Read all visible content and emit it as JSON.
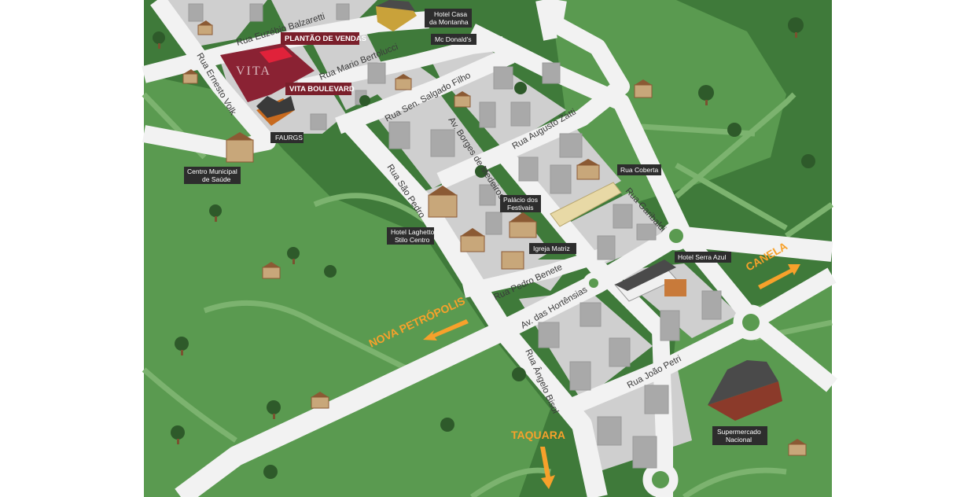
{
  "streets": {
    "euzebio": "Rua Euzébio Balzaretti",
    "ernesto": "Rua Ernesto Volk",
    "bertolucci": "Rua Mario Bertolucci",
    "salgado": "Rua Sen. Salgado Filho",
    "borges": "Av. Borges de Medeiros",
    "zatti": "Rua Augusto Zatti",
    "sao_pedro": "Rua São Pedro",
    "garibaldi": "Rua Garibaldi",
    "benete": "Rua Pedro Benete",
    "hortensias": "Av. das Hortênsias",
    "bisol": "Rua Ângelo Bisol",
    "petri": "Rua João Petri"
  },
  "directions": {
    "nova_petropolis": "NOVA PETRÓPOLIS",
    "canela": "CANELA",
    "taquara": "TAQUARA"
  },
  "places": {
    "hotel_casa_1": "Hotel Casa",
    "hotel_casa_2": "da Montanha",
    "mcdonalds": "Mc Donald's",
    "plantao": "PLANTÃO DE VENDAS",
    "vita_boulevard": "VITA BOULEVARD",
    "faurgs": "FAURGS",
    "centro_1": "Centro Municipal",
    "centro_2": "de Saúde",
    "laghetto_1": "Hotel Laghetto",
    "laghetto_2": "Stilo Centro",
    "palacio_1": "Palácio dos",
    "palacio_2": "Festivais",
    "igreja": "Igreja Matriz",
    "rua_coberta": "Rua Coberta",
    "serra_azul": "Hotel Serra Azul",
    "super_1": "Supermercado",
    "super_2": "Nacional"
  },
  "logo": "VITA",
  "colors": {
    "dark_green": "#3f7a3a",
    "light_green": "#5a9a50",
    "road": "#f2f2f2",
    "block": "#cfcfcf",
    "accent_red": "#7a1f2b",
    "arrow": "#f7a12b"
  }
}
